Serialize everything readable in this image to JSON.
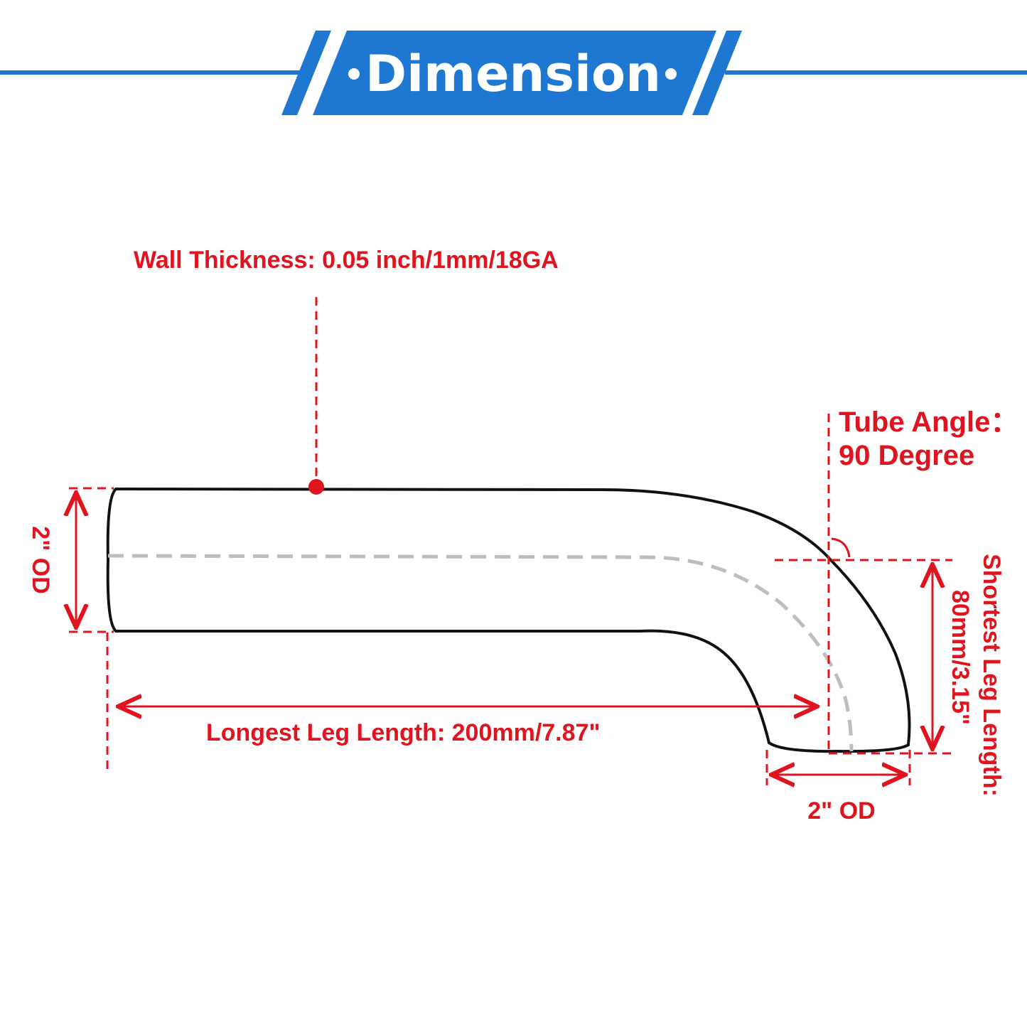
{
  "header": {
    "title": "Dimension",
    "accent_color": "#1e78d2"
  },
  "annotations": {
    "wall_thickness": "Wall Thickness: 0.05 inch/1mm/18GA",
    "tube_angle_line1": "Tube Angle：",
    "tube_angle_line2": "90 Degree",
    "left_od": "2\" OD",
    "longest_leg": "Longest Leg Length: 200mm/7.87\"",
    "bottom_od": "2\" OD",
    "shortest_leg_line1": "Shortest Leg Length:",
    "shortest_leg_line2": "80mm/3.15\"",
    "annotation_color": "#e0141e"
  }
}
